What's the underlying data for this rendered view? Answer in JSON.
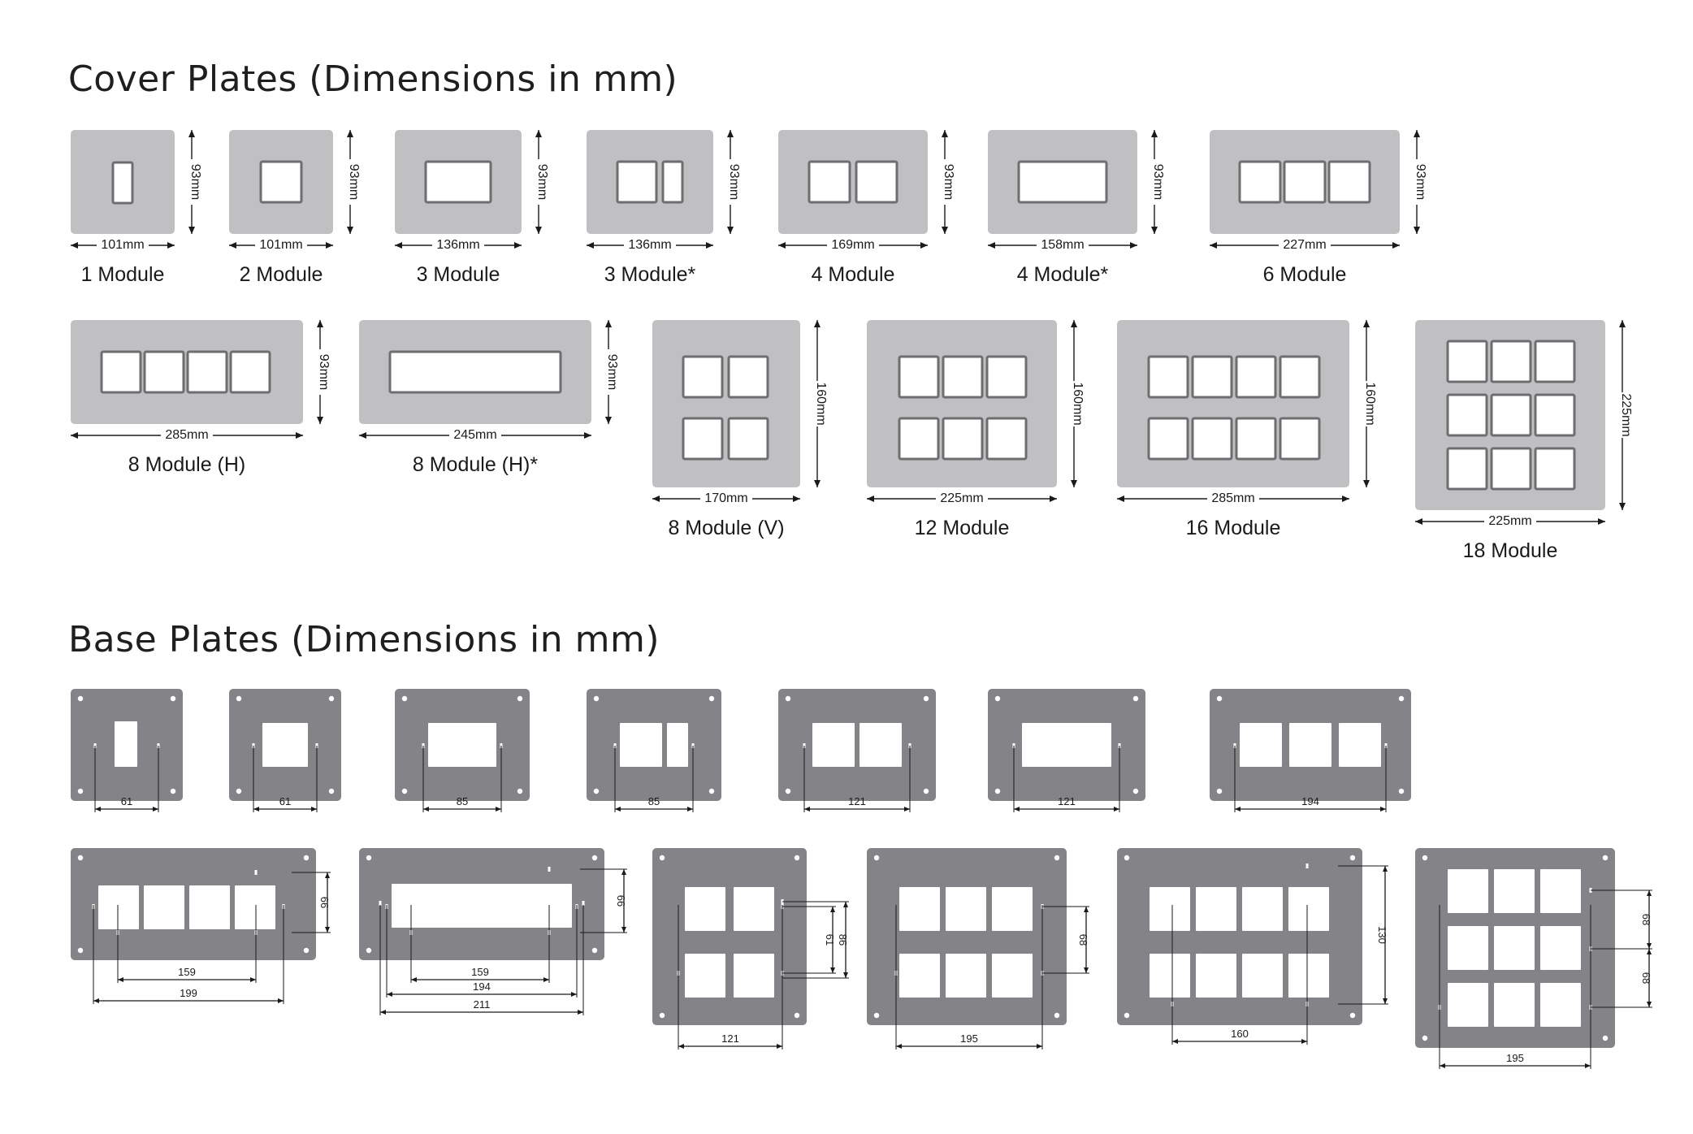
{
  "sections": {
    "cover_title": "Cover Plates (Dimensions in mm)",
    "base_title": "Base Plates (Dimensions in mm)"
  },
  "colors": {
    "cover_plate": "#c0c0c2",
    "cover_window_border": "#6e6e70",
    "base_plate": "#848488",
    "window_fill": "#ffffff",
    "dimension_line": "#1a1a1a"
  },
  "cover_plates": [
    {
      "label": "1 Module",
      "width": "101mm",
      "height": "93mm"
    },
    {
      "label": "2 Module",
      "width": "101mm",
      "height": "93mm"
    },
    {
      "label": "3 Module",
      "width": "136mm",
      "height": "93mm"
    },
    {
      "label": "3 Module*",
      "width": "136mm",
      "height": "93mm"
    },
    {
      "label": "4 Module",
      "width": "169mm",
      "height": "93mm"
    },
    {
      "label": "4 Module*",
      "width": "158mm",
      "height": "93mm"
    },
    {
      "label": "6 Module",
      "width": "227mm",
      "height": "93mm"
    },
    {
      "label": "8 Module (H)",
      "width": "285mm",
      "height": "93mm"
    },
    {
      "label": "8 Module (H)*",
      "width": "245mm",
      "height": "93mm"
    },
    {
      "label": "8 Module (V)",
      "width": "170mm",
      "height": "160mm"
    },
    {
      "label": "12 Module",
      "width": "225mm",
      "height": "160mm"
    },
    {
      "label": "16 Module",
      "width": "285mm",
      "height": "160mm"
    },
    {
      "label": "18 Module",
      "width": "225mm",
      "height": "225mm"
    }
  ],
  "base_plates": [
    {
      "dims": [
        "61"
      ]
    },
    {
      "dims": [
        "61"
      ]
    },
    {
      "dims": [
        "85"
      ]
    },
    {
      "dims": [
        "85"
      ]
    },
    {
      "dims": [
        "121"
      ]
    },
    {
      "dims": [
        "121"
      ]
    },
    {
      "dims": [
        "194"
      ]
    },
    {
      "dims": [
        "159",
        "199",
        "66"
      ]
    },
    {
      "dims": [
        "159",
        "194",
        "211",
        "66"
      ]
    },
    {
      "dims": [
        "121",
        "61",
        "86"
      ]
    },
    {
      "dims": [
        "195",
        "68"
      ]
    },
    {
      "dims": [
        "160",
        "130"
      ]
    },
    {
      "dims": [
        "195",
        "68",
        "68"
      ]
    }
  ]
}
